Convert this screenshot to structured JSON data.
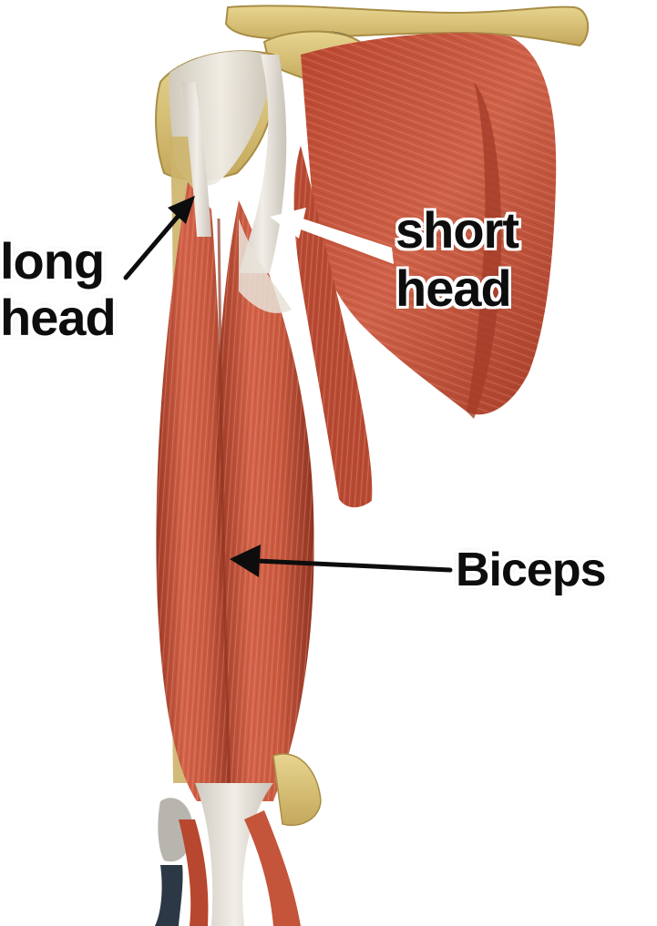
{
  "labels": {
    "long_head": [
      "long",
      "head"
    ],
    "short_head": [
      "short",
      "head"
    ],
    "biceps": "Biceps"
  },
  "colors": {
    "background": "#ffffff",
    "muscle": "#c8553a",
    "muscle_dark": "#9e3a26",
    "tendon": "#e6e2da",
    "bone": "#d9c27c",
    "arrow_black": "#0d0d0d",
    "arrow_white": "#ffffff"
  }
}
